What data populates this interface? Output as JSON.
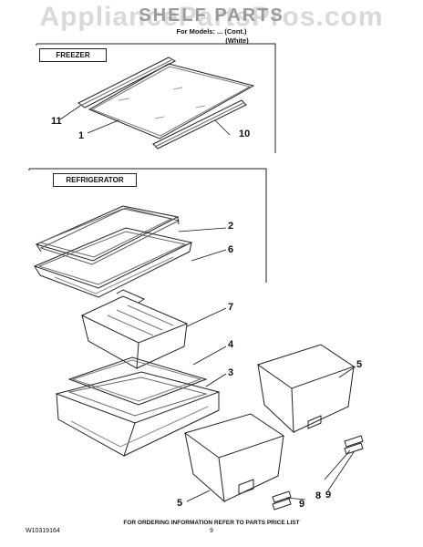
{
  "watermark": "AppliancePartsPros.com",
  "header": {
    "title": "SHELF PARTS",
    "model": "For Models: ... (Cont.)",
    "color": "(White)"
  },
  "sections": {
    "freezer": "FREEZER",
    "refrigerator": "REFRIGERATOR"
  },
  "callouts": [
    "11",
    "1",
    "10",
    "2",
    "6",
    "7",
    "4",
    "3",
    "5",
    "8",
    "9",
    "9",
    "5"
  ],
  "footer": {
    "doc_number": "W10319164",
    "note": "FOR ORDERING INFORMATION REFER TO PARTS PRICE LIST",
    "page": "9"
  }
}
